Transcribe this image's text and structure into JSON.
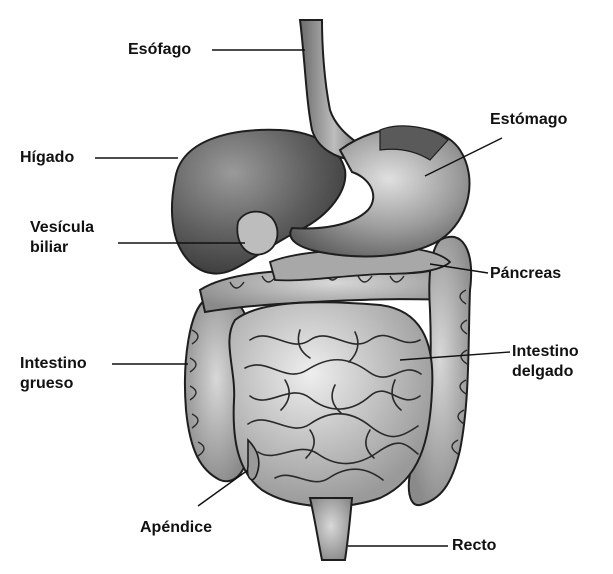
{
  "labels": {
    "esofago": "Esófago",
    "higado": "Hígado",
    "estomago": "Estómago",
    "vesicula_line1": "Vesícula",
    "vesicula_line2": "biliar",
    "pancreas": "Páncreas",
    "intestino_grueso_line1": "Intestino",
    "intestino_grueso_line2": "grueso",
    "intestino_delgado_line1": "Intestino",
    "intestino_delgado_line2": "delgado",
    "apendice": "Apéndice",
    "recto": "Recto"
  },
  "colors": {
    "outline": "#1e1e1e",
    "organ_dark": "#5a5a5a",
    "organ_mid": "#8c8c8c",
    "organ_light": "#c4c4c4",
    "intestine": "#b9b9b9",
    "label_text": "#111111"
  }
}
